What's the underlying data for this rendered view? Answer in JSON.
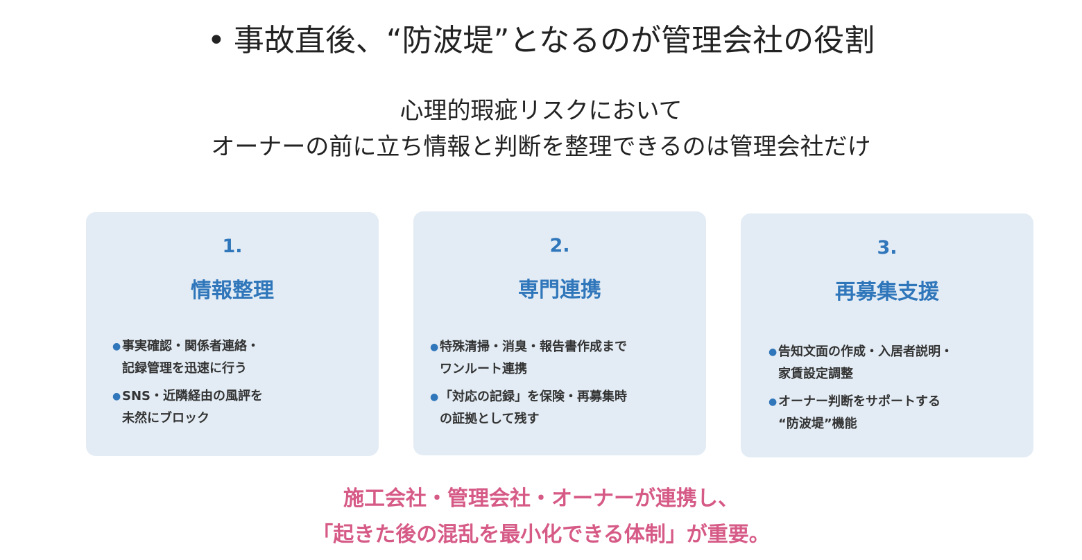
{
  "heading": {
    "bullet": "•",
    "text": "事故直後、“防波堤”となるのが管理会社の役割"
  },
  "subtitle": {
    "line1": "心理的瑕疵リスクにおいて",
    "line2": "オーナーの前に立ち情報と判断を整理できるのは管理会社だけ"
  },
  "cards": [
    {
      "number": "1.",
      "title": "情報整理",
      "items": [
        {
          "lines": [
            "事実確認・関係者連絡・",
            "記録管理を迅速に行う"
          ]
        },
        {
          "lines": [
            "SNS・近隣経由の風評を",
            "未然にブロック"
          ]
        }
      ]
    },
    {
      "number": "2.",
      "title": "専門連携",
      "items": [
        {
          "lines": [
            "特殊清掃・消臭・報告書作成まで",
            "ワンルート連携"
          ]
        },
        {
          "lines": [
            "「対応の記録」を保険・再募集時",
            "の証拠として残す"
          ]
        }
      ]
    },
    {
      "number": "3.",
      "title": "再募集支援",
      "items": [
        {
          "lines": [
            "告知文面の作成・入居者説明・",
            "家賃設定調整"
          ]
        },
        {
          "lines": [
            "オーナー判断をサポートする",
            "“防波堤”機能"
          ]
        }
      ]
    }
  ],
  "bullet_mark": "●",
  "conclusion": {
    "line1": "施工会社・管理会社・オーナーが連携し、",
    "line2": "「起きた後の混乱を最小化できる体制」が重要。"
  },
  "colors": {
    "accent_blue": "#2f76ba",
    "card_background": "#e3ecf5",
    "conclusion_pink": "#d65a86",
    "text": "#222222"
  }
}
